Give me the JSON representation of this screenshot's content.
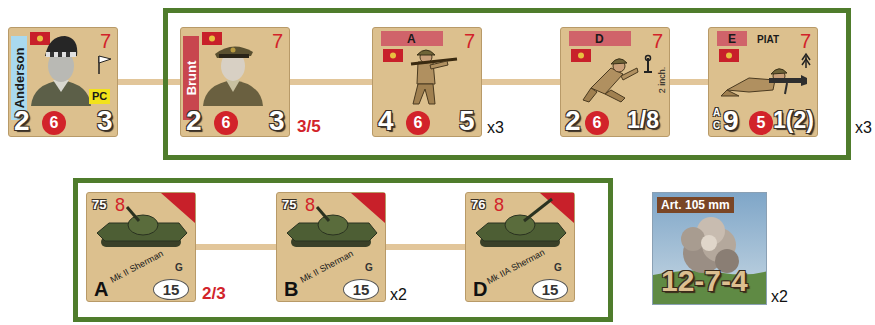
{
  "diagram": {
    "nodes": [
      {
        "text": [
          "Anderson",
          "7",
          "2",
          "6",
          "3",
          "PC"
        ]
      },
      {
        "text": []
      },
      {
        "text": [
          "Brunt",
          "7",
          "2",
          "6",
          "3"
        ],
        "in": 1
      },
      {
        "text": [
          "A",
          "7",
          "4",
          "6",
          "5"
        ],
        "in": 1
      },
      {
        "text": [
          "D",
          "7",
          "2",
          "6",
          "1/8",
          "2 inch."
        ],
        "in": 1
      },
      {
        "text": [
          "E",
          "PIAT",
          "7",
          "A",
          "C",
          "9",
          "5",
          "1(2)"
        ],
        "in": 1
      },
      {
        "text": []
      },
      {
        "text": [
          "75",
          "8",
          "Mk II Sherman",
          "15",
          "G",
          "A"
        ],
        "in": 6
      },
      {
        "text": [
          "75",
          "8",
          "Mk II Sherman",
          "15",
          "G",
          "B"
        ],
        "in": 6
      },
      {
        "text": [
          "76",
          "8",
          "Mk IIA Sherman",
          "15",
          "G",
          "D"
        ],
        "in": 6
      },
      {
        "text": [
          "Art. 105 mm",
          "12-7-4"
        ]
      }
    ],
    "edges": [
      {
        "from": 0,
        "to": 2,
        "arrow": "none"
      },
      {
        "from": 2,
        "to": 3,
        "arrow": "none"
      },
      {
        "from": 3,
        "to": 4,
        "arrow": "none"
      },
      {
        "from": 4,
        "to": 5,
        "arrow": "none"
      },
      {
        "from": 7,
        "to": 8,
        "arrow": "none"
      },
      {
        "from": 8,
        "to": 9,
        "arrow": "none"
      }
    ],
    "labels": [
      "3/5",
      "x3",
      "x3",
      "2/3",
      "x2",
      "x2"
    ]
  }
}
